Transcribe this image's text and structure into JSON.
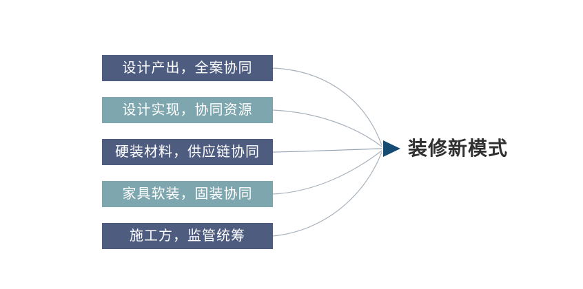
{
  "diagram": {
    "items": [
      {
        "label": "设计产出，全案协同",
        "variant": "dark"
      },
      {
        "label": "设计实现，协同资源",
        "variant": "light"
      },
      {
        "label": "硬装材料，供应链协同",
        "variant": "dark"
      },
      {
        "label": "家具软装，固装协同",
        "variant": "light"
      },
      {
        "label": "施工方，监管统筹",
        "variant": "dark"
      }
    ],
    "result": {
      "label": "装修新模式"
    },
    "arrow_icon": "right-arrowhead",
    "colors": {
      "background": "#ffffff",
      "dark_box": "#4e5c80",
      "light_box": "#7ea6ae",
      "box_text": "#ffffff",
      "connector": "#a9b2bc",
      "connector_mid": "#93a2b2",
      "arrow": "#154a72",
      "result_text": "#303030"
    }
  }
}
